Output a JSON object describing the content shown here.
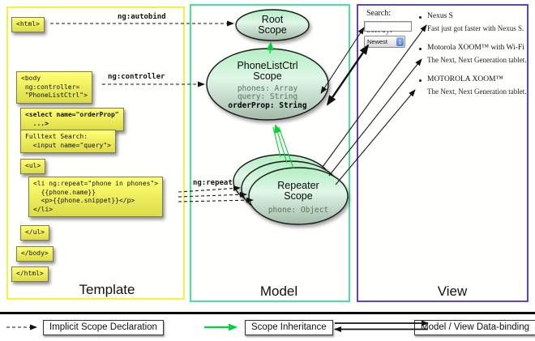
{
  "columns": {
    "template": "Template",
    "model": "Model",
    "view": "View"
  },
  "directives": {
    "autobind": "ng:autobind",
    "controller": "ng:controller",
    "repeat": "ng:repeat"
  },
  "code": {
    "html_open": "<html>",
    "body_open": [
      "<body",
      " ng:controller=",
      " \"PhoneListCtrl\">"
    ],
    "select": [
      "<select name=\"orderProp\"",
      "  ...>"
    ],
    "fulltext": [
      "Fulltext Search:",
      "  <input name=\"query\">"
    ],
    "ul_open": "<ul>",
    "li": [
      "<li ng:repeat=\"phone in phones\">",
      "  {{phone.name}}",
      "  <p>{{phone.snippet}}</p>",
      "</li>"
    ],
    "ul_close": "</ul>",
    "body_close": "</body>",
    "html_close": "</html>"
  },
  "scopes": {
    "root": {
      "line1": "Root",
      "line2": "Scope"
    },
    "phonelist": {
      "line1": "PhoneListCtrl",
      "line2": "Scope",
      "prop1": "phones: Array",
      "prop2": "query: String",
      "prop3": "orderProp: String"
    },
    "repeater": {
      "line1": "Repeater",
      "line2": "Scope",
      "prop1": "phone: Object"
    }
  },
  "view": {
    "search_label": "Search:",
    "search_value": "",
    "sort_label": "Sort by:",
    "sort_value": "Newest",
    "items": [
      {
        "name": "Nexus S",
        "desc": "Fast just got faster with Nexus S."
      },
      {
        "name": "Motorola XOOM™ with Wi-Fi",
        "desc": "The Next, Next Generation tablet."
      },
      {
        "name": "MOTOROLA XOOM™",
        "desc": "The Next, Next Generation tablet."
      }
    ]
  },
  "legend": {
    "implicit": "Implicit Scope Declaration",
    "inheritance": "Scope Inheritance",
    "databinding": "Model / View Data-binding"
  },
  "colors": {
    "template_border": "#f4f23c",
    "model_border": "#46e49a",
    "view_border": "#5a43d8",
    "scope_green_arrow": "#00d435",
    "code_box_yellow": "#eded5a"
  }
}
